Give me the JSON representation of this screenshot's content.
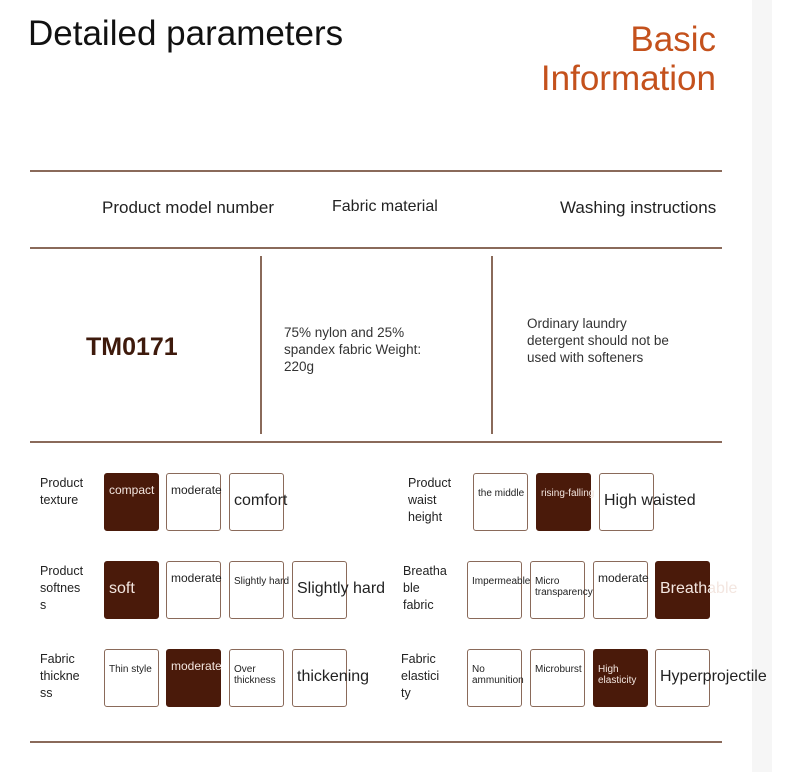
{
  "title": "Detailed parameters",
  "subtitle": "Basic Information",
  "headers": [
    "Product model number",
    "Fabric material",
    "Washing instructions"
  ],
  "model": "TM0171",
  "fabric": "75% nylon and 25% spandex fabric Weight: 220g",
  "washing": "Ordinary laundry detergent should not be used with softeners",
  "colors": {
    "accent": "#c4511c",
    "selected": "#4a1a0a",
    "border": "#8a6a5a"
  },
  "params": [
    {
      "label": "Product texture",
      "options": [
        {
          "t": "compact",
          "s": true,
          "z": "mid"
        },
        {
          "t": "moderate",
          "z": "mid"
        },
        {
          "t": "comfort",
          "z": "big"
        }
      ]
    },
    {
      "label": "Product softnes s",
      "options": [
        {
          "t": "soft",
          "s": true,
          "z": "big"
        },
        {
          "t": "moderate",
          "z": "mid"
        },
        {
          "t": "Slightly hard"
        },
        {
          "t": "Slightly hard",
          "z": "big"
        }
      ]
    },
    {
      "label": "Fabric thickne ss",
      "options": [
        {
          "t": "Thin style"
        },
        {
          "t": "moderate",
          "s": true,
          "z": "mid"
        },
        {
          "t": "Over thickness"
        },
        {
          "t": "thickening",
          "z": "big"
        }
      ]
    },
    {
      "label": "Product waist height",
      "options": [
        {
          "t": "the middle"
        },
        {
          "t": "rising-falling",
          "s": true
        },
        {
          "t": "High waisted",
          "z": "big"
        }
      ]
    },
    {
      "label": "Breatha ble fabric",
      "options": [
        {
          "t": "Impermeable"
        },
        {
          "t": "Micro transparency"
        },
        {
          "t": "moderate",
          "z": "mid"
        },
        {
          "t": "Breathable",
          "s": true,
          "z": "big"
        }
      ]
    },
    {
      "label": "Fabric elastici ty",
      "options": [
        {
          "t": "No ammunition"
        },
        {
          "t": "Microburst"
        },
        {
          "t": "High elasticity",
          "s": true
        },
        {
          "t": "Hyperprojectile",
          "z": "big"
        }
      ]
    }
  ]
}
